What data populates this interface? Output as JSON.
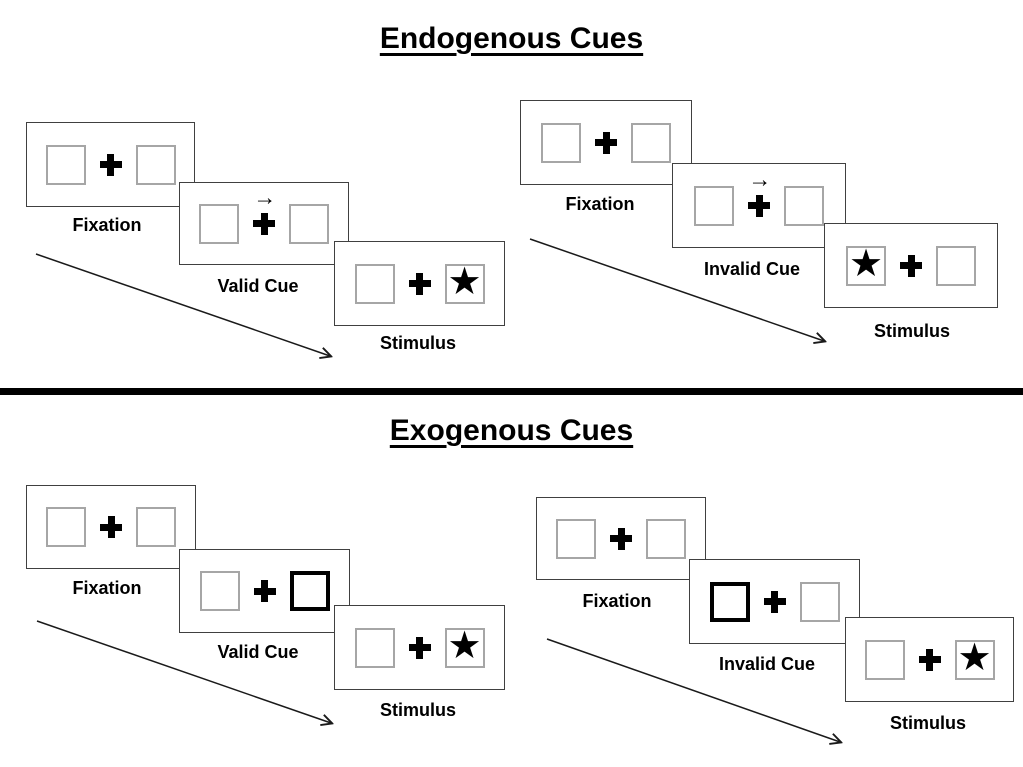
{
  "sections": [
    {
      "title": "Endogenous Cues",
      "panels": [
        {
          "name": "endogenous-valid",
          "cue_type": "central arrow pointing right",
          "star_position": "right",
          "frames": [
            {
              "label": "Fixation"
            },
            {
              "label": "Valid Cue"
            },
            {
              "label": "Stimulus"
            }
          ]
        },
        {
          "name": "endogenous-invalid",
          "cue_type": "central arrow pointing right",
          "star_position": "left",
          "frames": [
            {
              "label": "Fixation"
            },
            {
              "label": "Invalid Cue"
            },
            {
              "label": "Stimulus"
            }
          ]
        }
      ]
    },
    {
      "title": "Exogenous Cues",
      "panels": [
        {
          "name": "exogenous-valid",
          "cue_type": "right box highlighted bold",
          "star_position": "right",
          "frames": [
            {
              "label": "Fixation"
            },
            {
              "label": "Valid Cue"
            },
            {
              "label": "Stimulus"
            }
          ]
        },
        {
          "name": "exogenous-invalid",
          "cue_type": "left box highlighted bold",
          "star_position": "right",
          "frames": [
            {
              "label": "Fixation"
            },
            {
              "label": "Invalid Cue"
            },
            {
              "label": "Stimulus"
            }
          ]
        }
      ]
    }
  ],
  "icons": {
    "star": "★",
    "cue_arrow": "→"
  },
  "colors": {
    "ink": "#000000",
    "frame_border": "#404040",
    "box_border": "#a6a6a6"
  }
}
